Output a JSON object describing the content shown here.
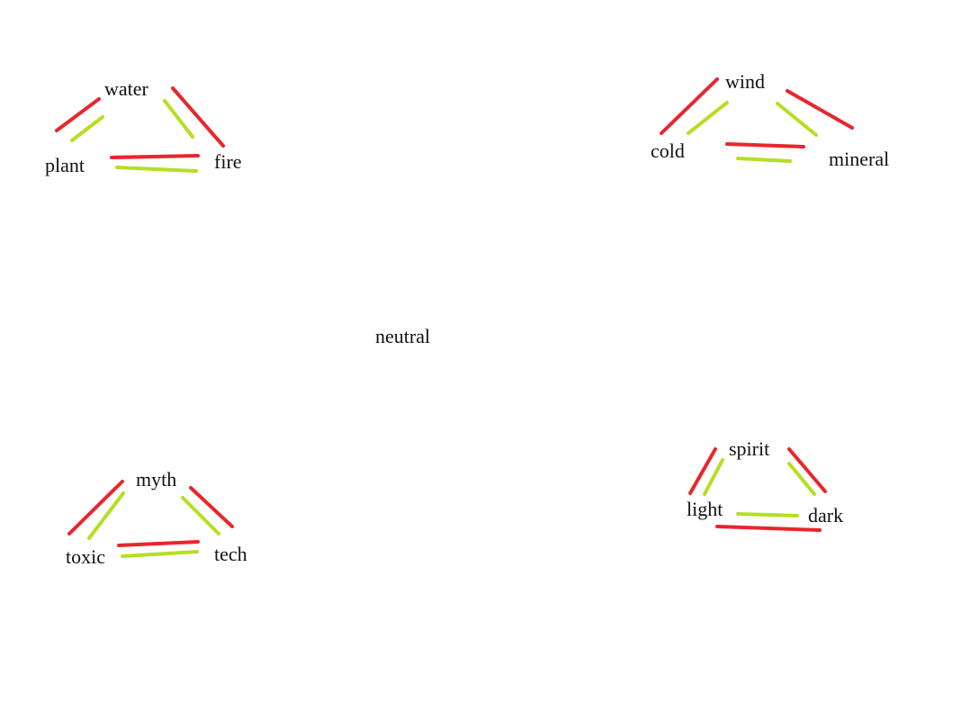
{
  "colors": {
    "red_line": "#e8262d",
    "green_line": "#b5df22",
    "text": "#111111",
    "background": "#ffffff"
  },
  "center": {
    "label": "neutral"
  },
  "groups": [
    {
      "id": "water-triangle",
      "nodes": [
        "water",
        "plant",
        "fire"
      ]
    },
    {
      "id": "wind-triangle",
      "nodes": [
        "wind",
        "cold",
        "mineral"
      ]
    },
    {
      "id": "myth-triangle",
      "nodes": [
        "myth",
        "toxic",
        "tech"
      ]
    },
    {
      "id": "spirit-triangle",
      "nodes": [
        "spirit",
        "light",
        "dark"
      ]
    }
  ]
}
